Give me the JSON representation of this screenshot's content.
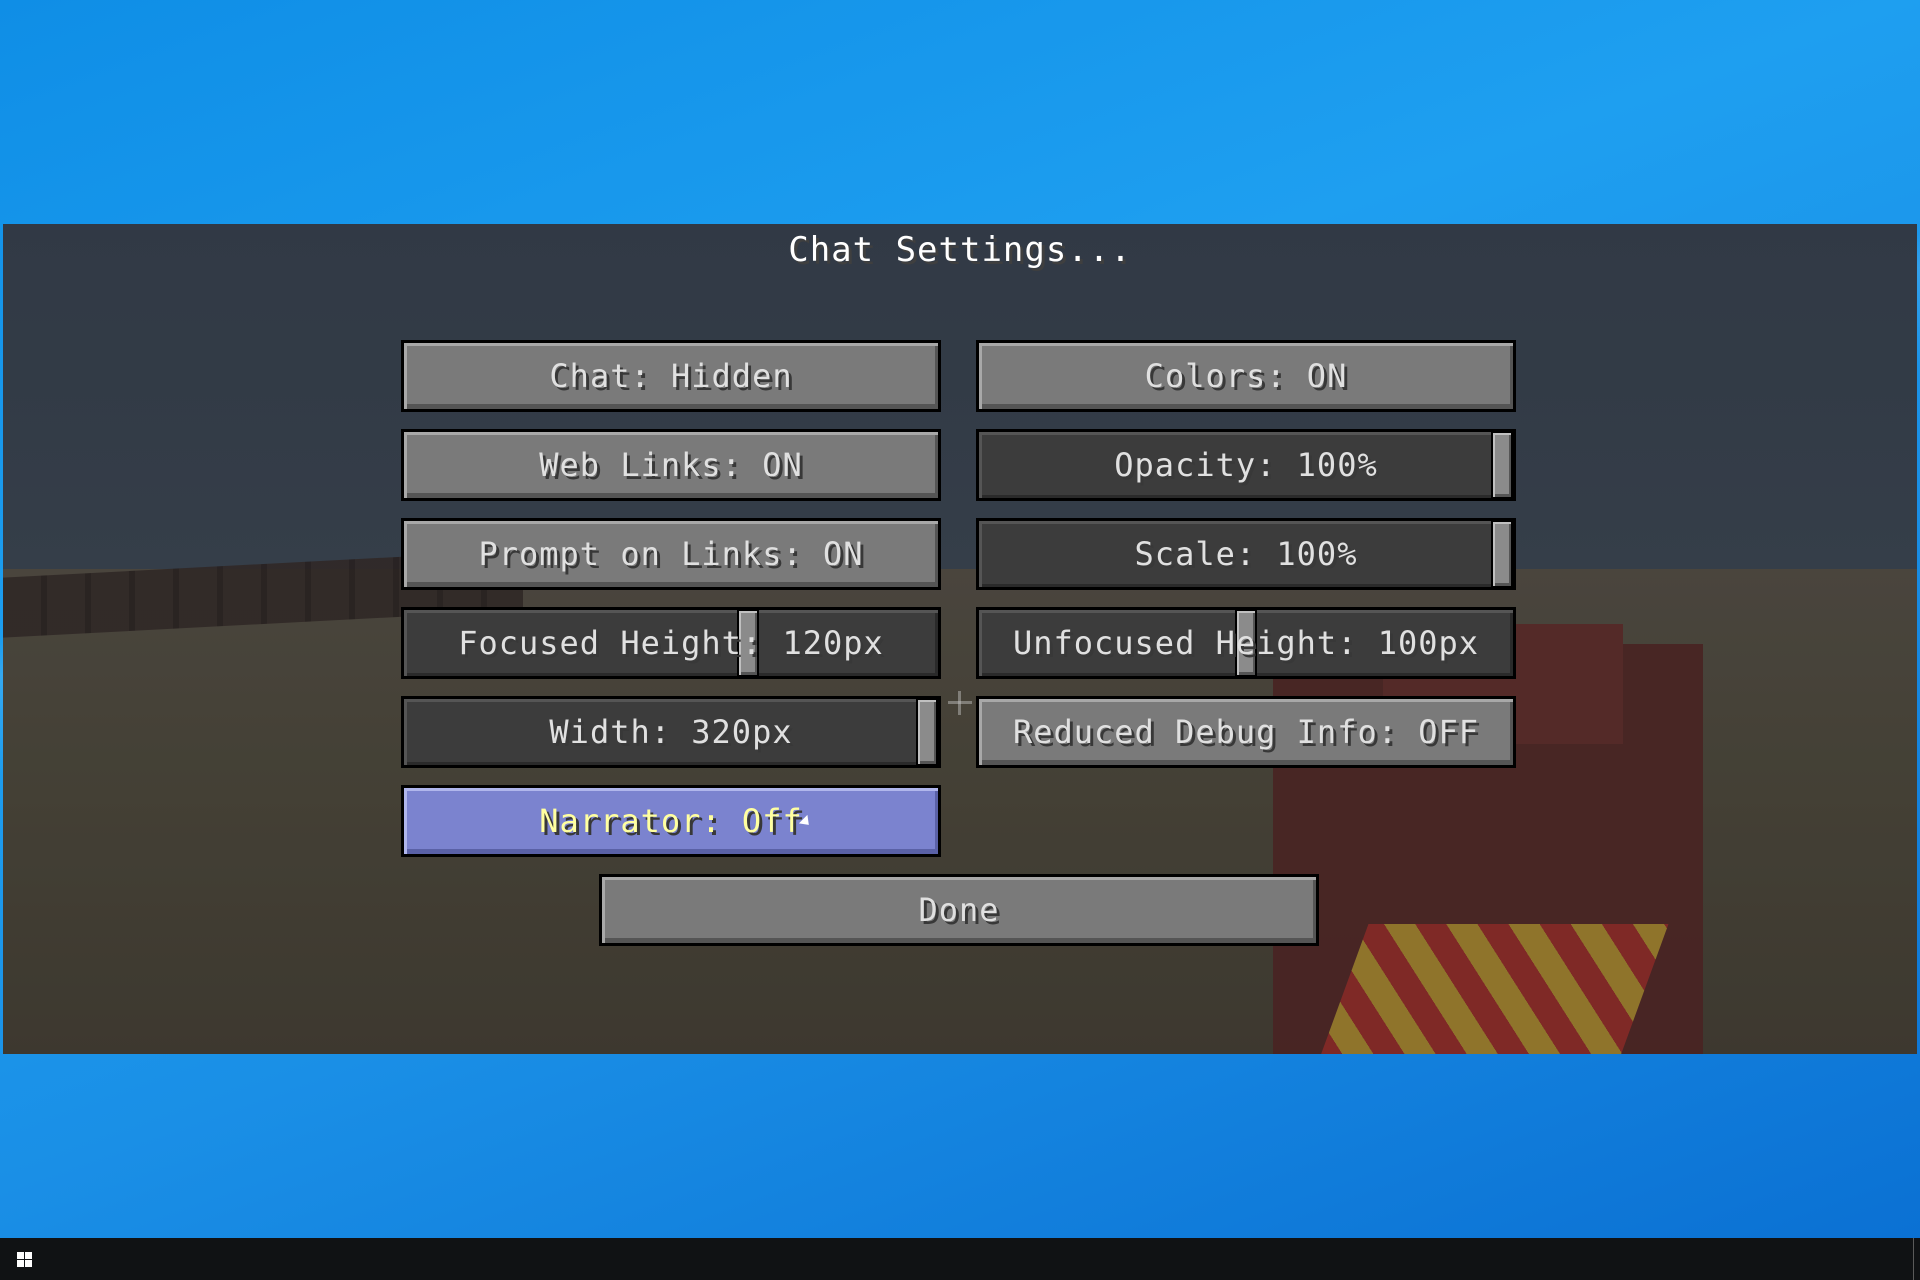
{
  "screen": {
    "title": "Chat Settings..."
  },
  "buttons": {
    "chat": "Chat: Hidden",
    "colors": "Colors: ON",
    "web_links": "Web Links: ON",
    "prompt_on_links": "Prompt on Links: ON",
    "reduced_debug_info": "Reduced Debug Info: OFF",
    "narrator": "Narrator: Off",
    "done": "Done"
  },
  "sliders": {
    "opacity": {
      "label": "Opacity: 100%",
      "value_fraction": 1.0
    },
    "scale": {
      "label": "Scale: 100%",
      "value_fraction": 1.0
    },
    "focused_height": {
      "label": "Focused Height: 120px",
      "value_fraction": 0.65
    },
    "unfocused_height": {
      "label": "Unfocused Height: 100px",
      "value_fraction": 0.5
    },
    "width": {
      "label": "Width: 320px",
      "value_fraction": 1.0
    }
  },
  "colors": {
    "button_face": "#7a7a7a",
    "slider_track": "#3c3c3c",
    "hover_button": "#7b83cf",
    "hover_text": "#ffffa0",
    "desktop_blue": "#1e9ff0",
    "taskbar": "#101214"
  },
  "icons": {
    "start": "windows-logo",
    "cursor": "mouse-pointer",
    "crosshair": "crosshair"
  }
}
